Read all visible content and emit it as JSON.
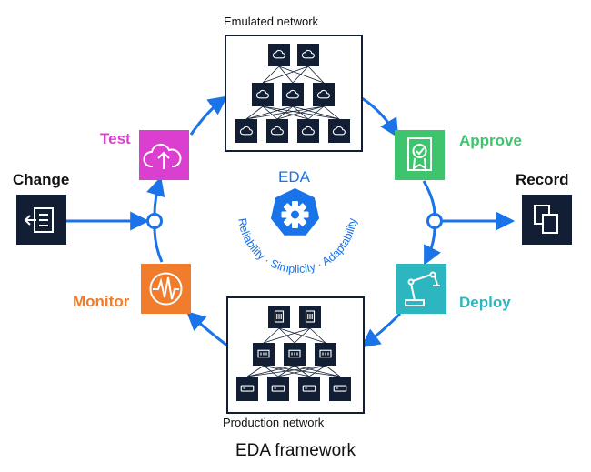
{
  "colors": {
    "blue": "#1a73e8",
    "navy": "#121e33",
    "test": "#db3fcf",
    "approve": "#3ec46d",
    "deploy": "#2eb6c0",
    "monitor": "#f07c2c"
  },
  "stages": {
    "test": {
      "label": "Test",
      "icon": "cloud-upload-icon"
    },
    "approve": {
      "label": "Approve",
      "icon": "certificate-check-icon"
    },
    "deploy": {
      "label": "Deploy",
      "icon": "robotic-arm-icon"
    },
    "monitor": {
      "label": "Monitor",
      "icon": "pulse-waveform-icon"
    }
  },
  "change": {
    "label": "Change",
    "icon": "document-import-icon"
  },
  "record": {
    "label": "Record",
    "icon": "copy-pages-icon"
  },
  "emulated_network": {
    "label": "Emulated network",
    "node_icon": "cloud-icon"
  },
  "production_network": {
    "label": "Production network",
    "node_icon": "network-switch-icon"
  },
  "center": {
    "title": "EDA",
    "logo": "gear-heptagon-icon",
    "tagline": "Reliability · Simplicity · Adaptability"
  },
  "caption": "EDA framework"
}
